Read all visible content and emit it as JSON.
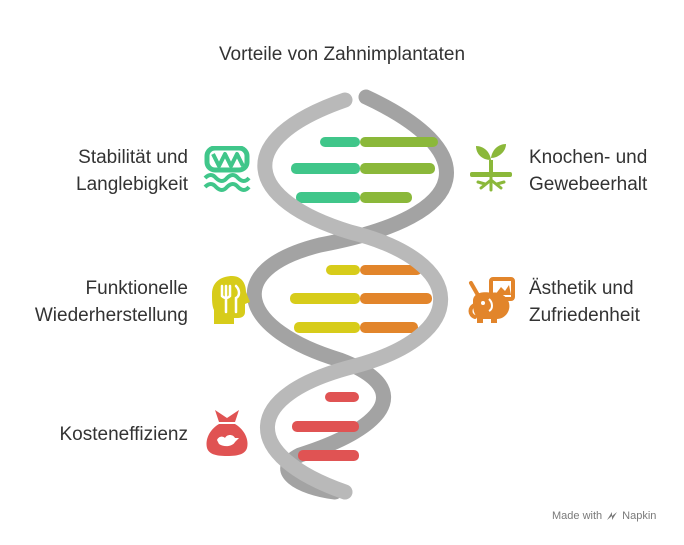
{
  "title": "Vorteile von Zahnimplantaten",
  "items": [
    {
      "label": "Stabilität und\nLanglebigkeit",
      "color": "#40c68a",
      "icon": "bridge-icon"
    },
    {
      "label": "Knochen- und\nGewebeerhalt",
      "color": "#8bb83a",
      "icon": "plant-roots-icon"
    },
    {
      "label": "Funktionelle\nWiederherstellung",
      "color": "#d7cc1a",
      "icon": "head-fork-knife-icon"
    },
    {
      "label": "Ästhetik und\nZufriedenheit",
      "color": "#e2852b",
      "icon": "elephant-painting-icon"
    },
    {
      "label": "Kosteneffizienz",
      "color": "#e05353",
      "icon": "money-bag-icon"
    }
  ],
  "footer": {
    "text": "Made with",
    "brand": "Napkin"
  }
}
